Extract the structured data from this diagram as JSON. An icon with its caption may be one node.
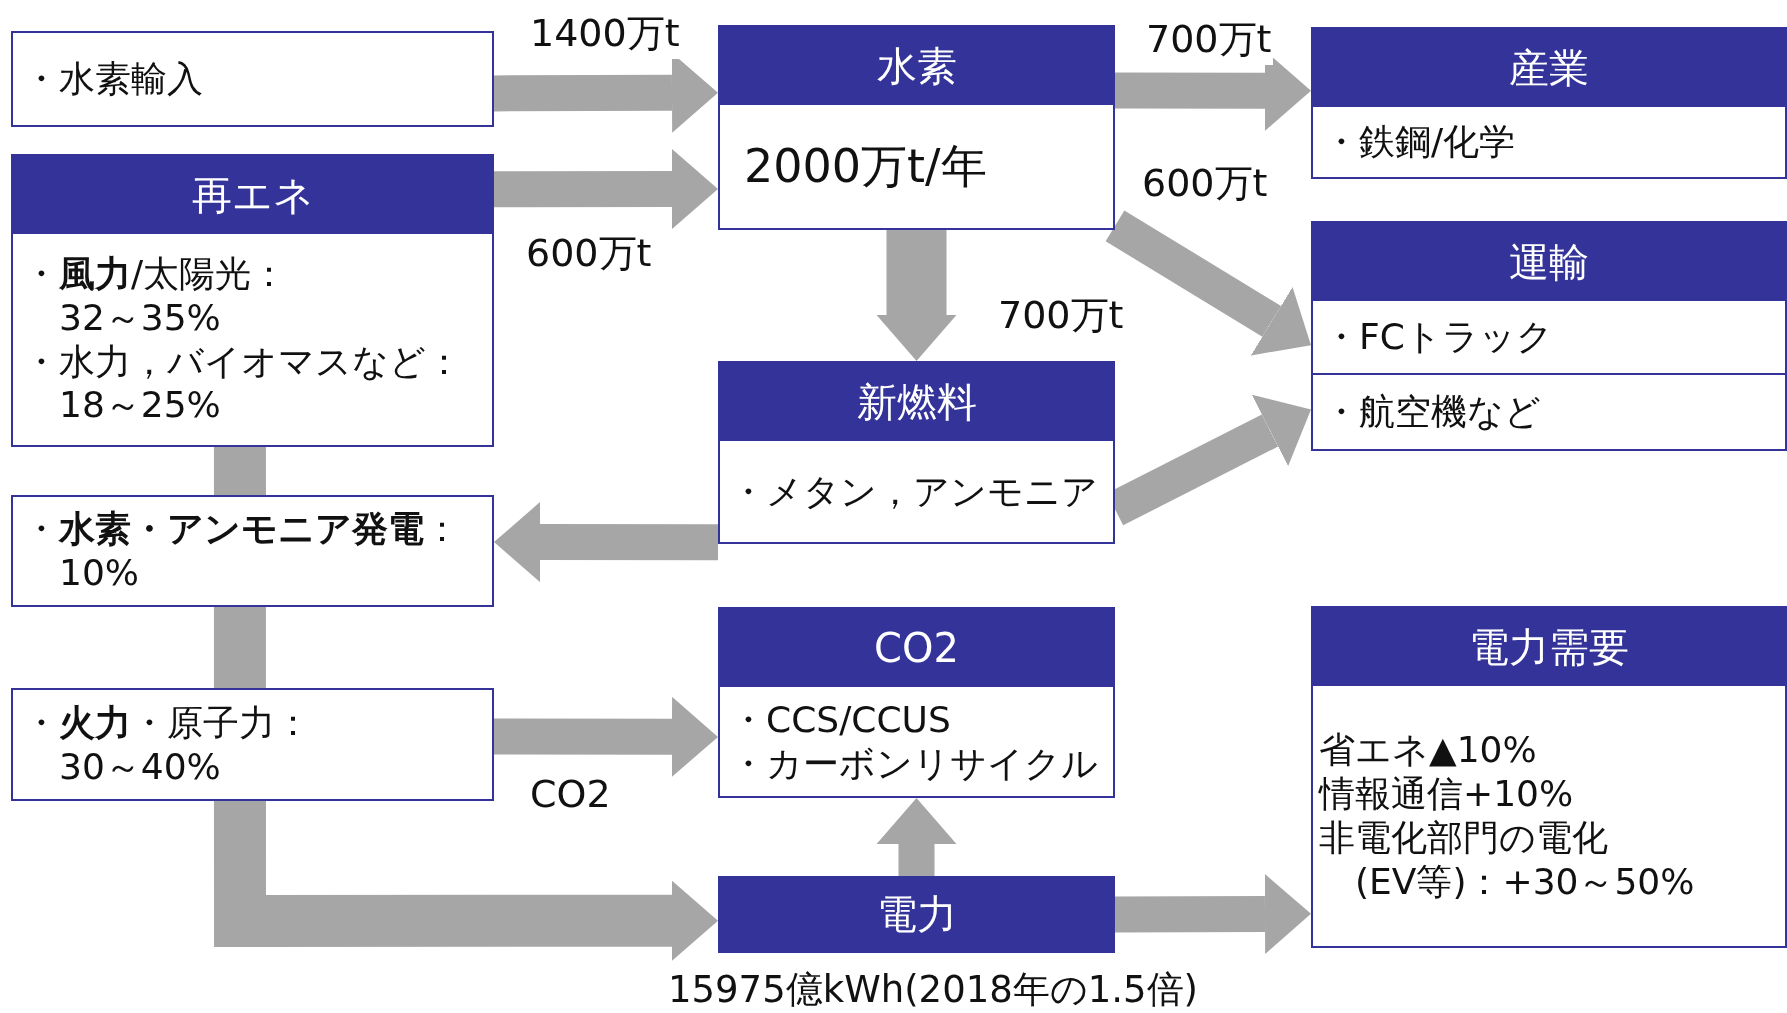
{
  "diagram": {
    "nodes": [
      {
        "text": [
          "・水素輸入"
        ]
      },
      {
        "text": [
          "再エネ",
          "・**風力**/太陽光： 32～35%",
          "・水力，バイオマスなど： 18～25%"
        ]
      },
      {
        "text": [
          "・**水素・アンモニア発電**： 10%"
        ]
      },
      {
        "text": [
          "・**火力**・原子力： 30～40%"
        ]
      },
      {
        "text": [
          "水素",
          "2000万t/年"
        ]
      },
      {
        "text": [
          "新燃料",
          "・メタン，アンモニア"
        ]
      },
      {
        "text": [
          "CO2",
          "・CCS/CCUS",
          "・カーボンリサイクル"
        ]
      },
      {
        "text": [
          "電力"
        ],
        "beside": [
          "15975億kWh(2018年の1.5倍)"
        ]
      },
      {
        "text": [
          "産業",
          "・鉄鋼/化学"
        ]
      },
      {
        "text": [
          "運輸"
        ]
      },
      {
        "text": [
          "・FCトラック"
        ],
        "in": 9
      },
      {
        "text": [
          "・航空機など"
        ],
        "in": 9
      },
      {
        "text": [
          "電力需要",
          "省エネ▲10%",
          "情報通信+10%",
          "非電化部門の電化 (EV等)：+30～50%"
        ]
      }
    ],
    "edges": [
      {
        "from": 0,
        "to": 4,
        "arrow": "to",
        "label": "1400万t"
      },
      {
        "from": 1,
        "to": 4,
        "arrow": "to",
        "label": "600万t"
      },
      {
        "from": 4,
        "to": 8,
        "arrow": "to",
        "label": "700万t"
      },
      {
        "from": 4,
        "to": 9,
        "arrow": "to",
        "label": "600万t"
      },
      {
        "from": 4,
        "to": 5,
        "arrow": "to",
        "label": "700万t"
      },
      {
        "from": 5,
        "to": 9,
        "arrow": "to"
      },
      {
        "from": 5,
        "to": 2,
        "arrow": "to"
      },
      {
        "from": 3,
        "to": 6,
        "arrow": "to",
        "label": "CO2"
      },
      {
        "from": 7,
        "to": 6,
        "arrow": "to"
      },
      {
        "from": 7,
        "to": 12,
        "arrow": "to"
      },
      {
        "from": 1,
        "to": 2,
        "arrow": "none"
      },
      {
        "from": 2,
        "to": 3,
        "arrow": "none"
      },
      {
        "from": 3,
        "to": 7,
        "arrow": "to"
      }
    ]
  }
}
